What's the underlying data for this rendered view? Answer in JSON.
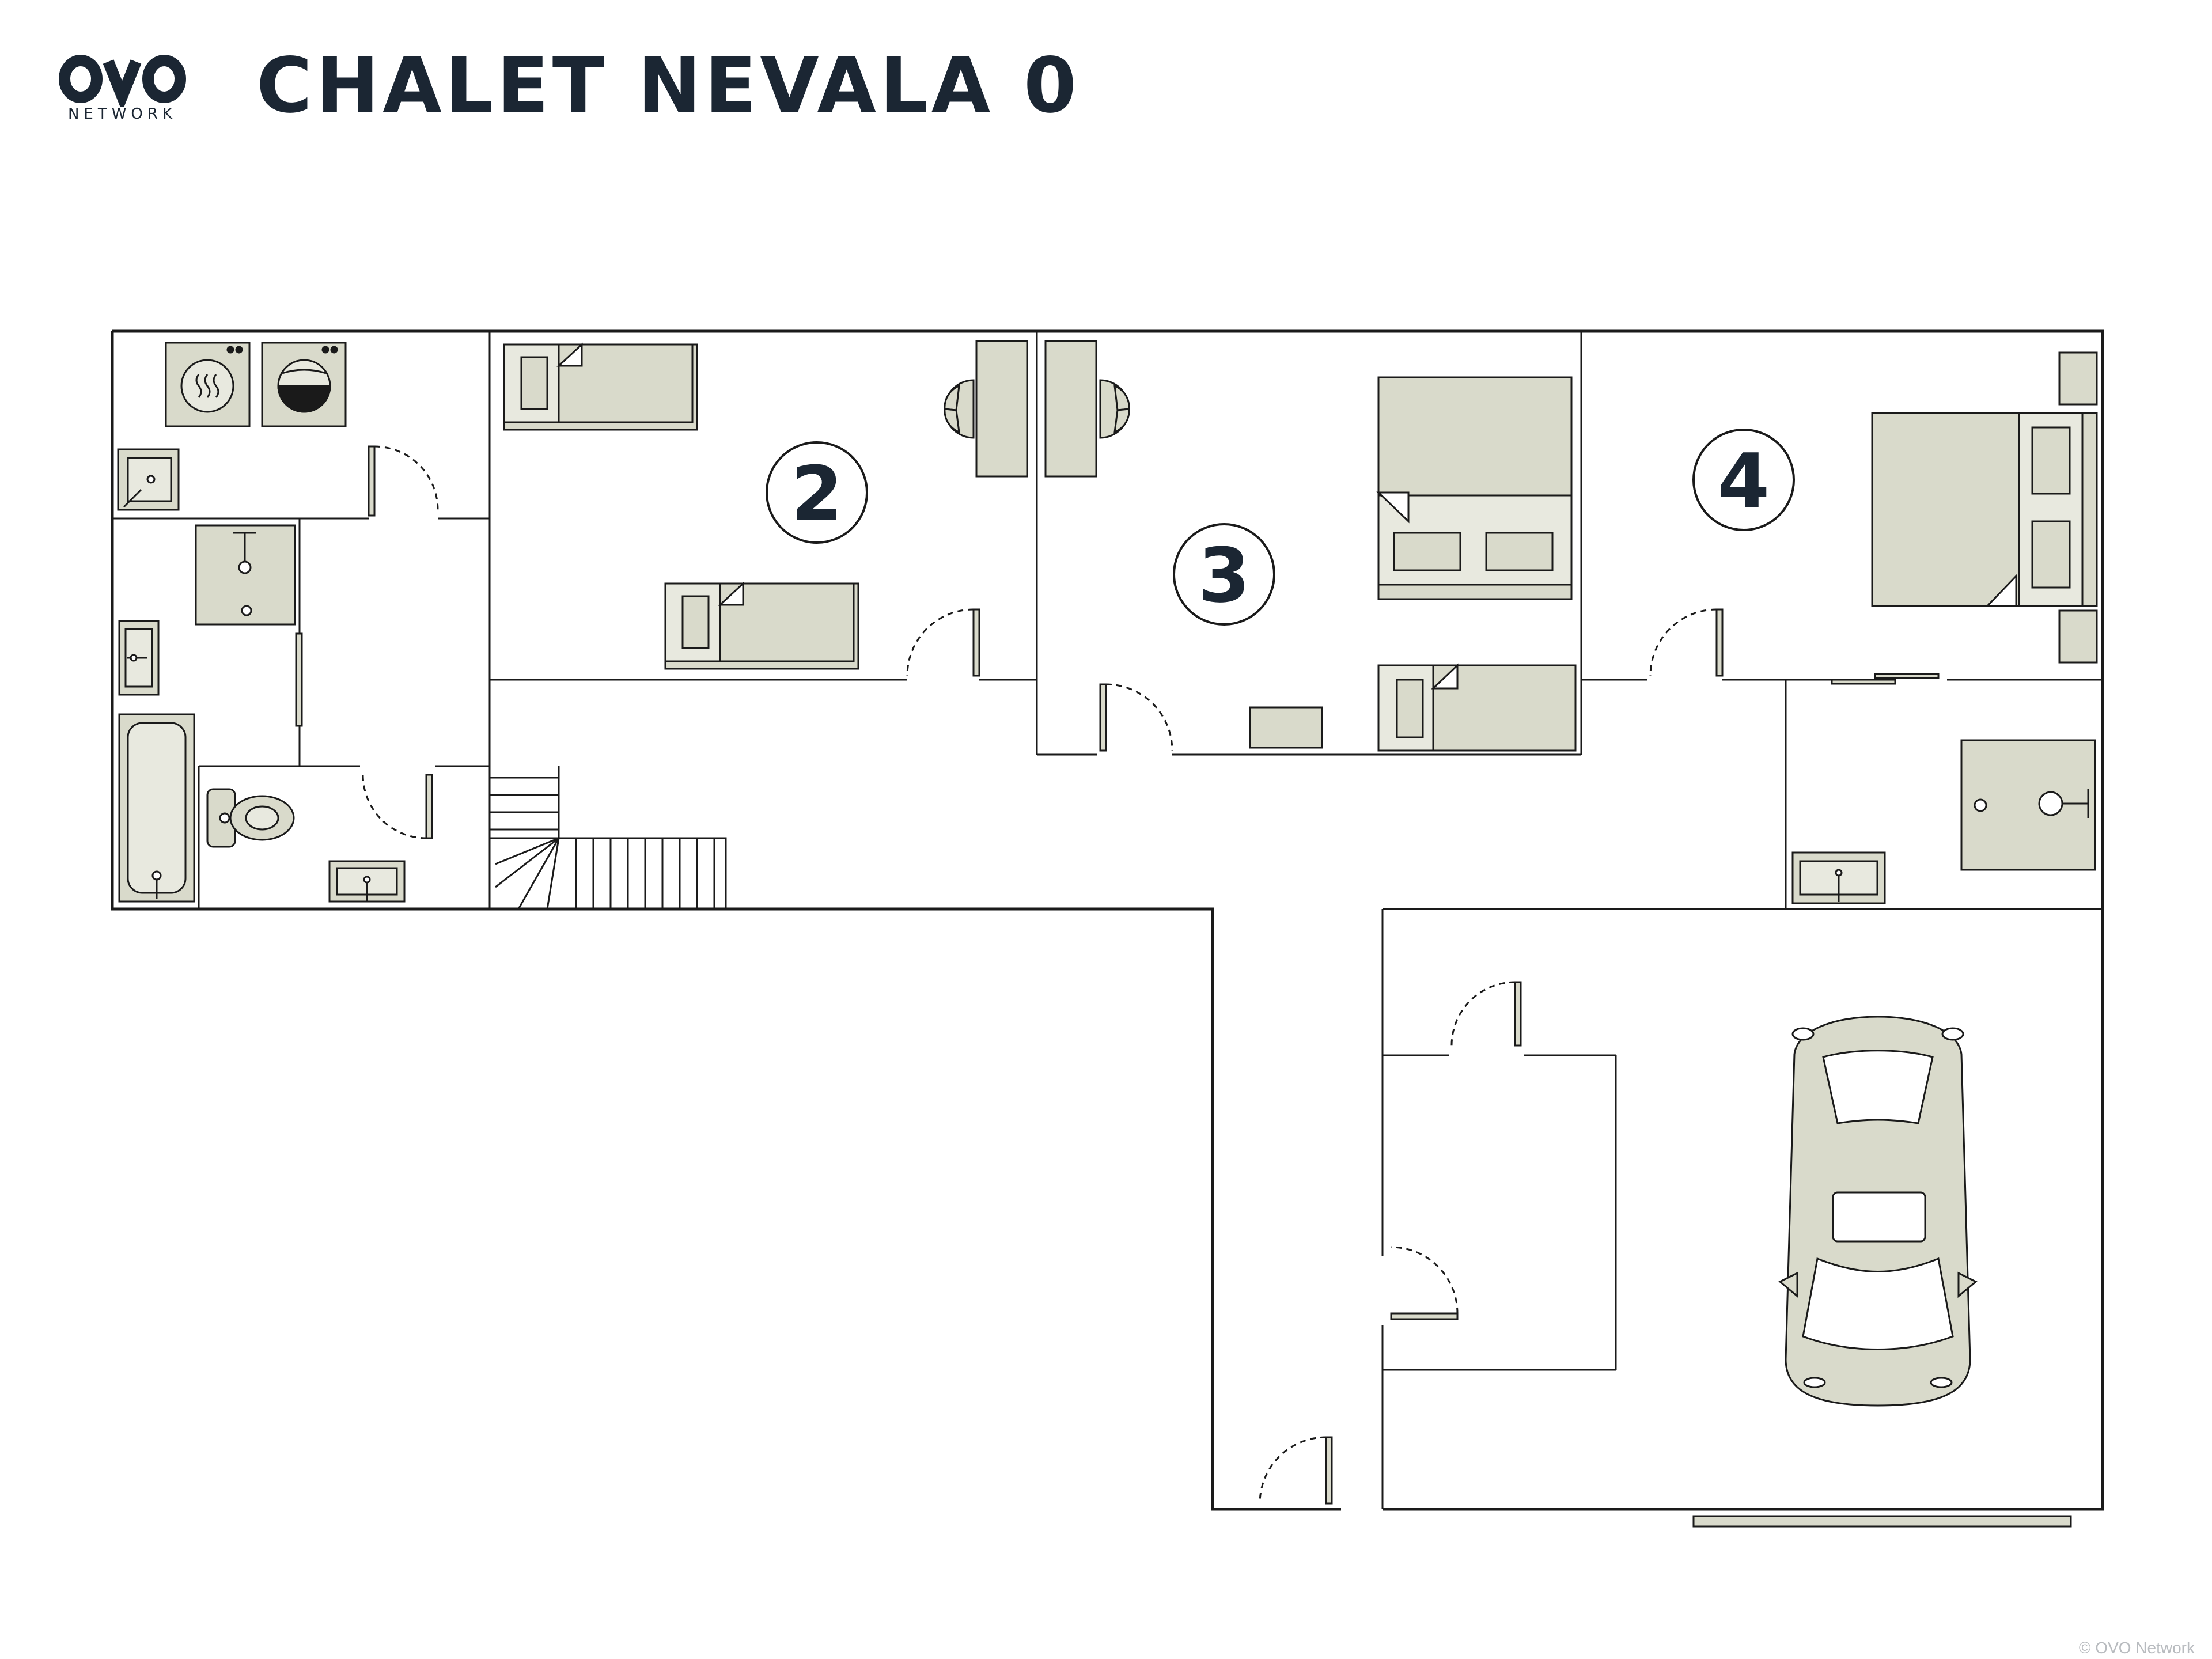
{
  "header": {
    "brand_name": "OVO Network",
    "brand_word": "NETWORK",
    "title": "CHALET NEVALA 0"
  },
  "rooms": [
    {
      "id": "bedroom-2",
      "number": "2"
    },
    {
      "id": "bedroom-3",
      "number": "3"
    },
    {
      "id": "bedroom-4",
      "number": "4"
    }
  ],
  "footer": {
    "copyright": "© OVO Network"
  },
  "colors": {
    "ink": "#1b2633",
    "wall": "#1a1a1a",
    "fixture_fill": "#d9dacb",
    "background": "#ffffff"
  }
}
